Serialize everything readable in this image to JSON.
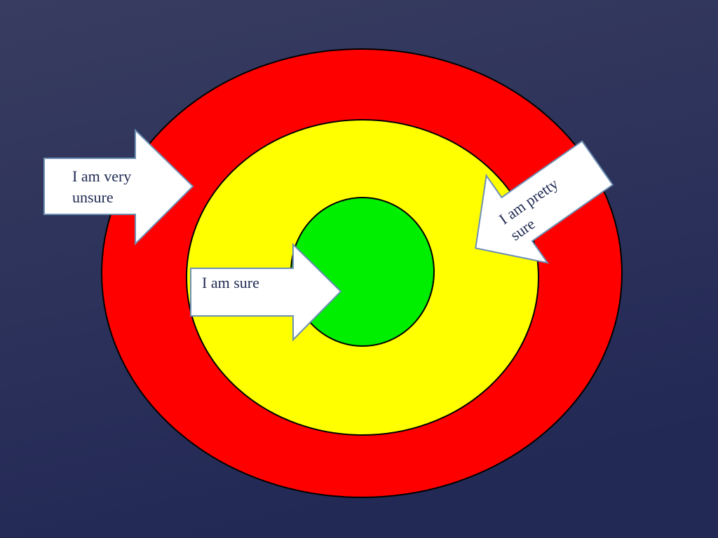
{
  "colors": {
    "background_top": "#363a5e",
    "background_bottom": "#232a55",
    "outer_ring": "#ff0000",
    "middle_ring": "#ffff00",
    "center": "#00ee00",
    "arrow_fill": "#ffffff",
    "arrow_stroke": "#6d8fb3",
    "label_text": "#1f2a52"
  },
  "arrows": {
    "very_unsure": {
      "line1": "I am very",
      "line2": "unsure"
    },
    "sure": {
      "line1": "I am sure"
    },
    "pretty_sure": {
      "line1": "I am pretty",
      "line2": "sure"
    }
  }
}
